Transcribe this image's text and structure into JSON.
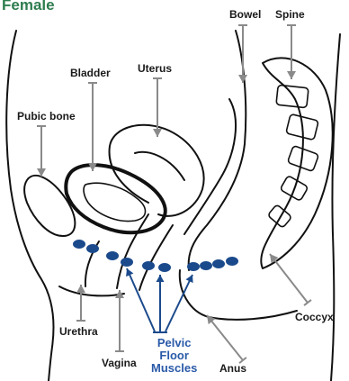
{
  "title": "Female",
  "labels": {
    "pubic_bone": "Pubic bone",
    "bladder": "Bladder",
    "uterus": "Uterus",
    "bowel": "Bowel",
    "spine": "Spine",
    "urethra": "Urethra",
    "vagina": "Vagina",
    "pelvic_floor_muscles": [
      "Pelvic",
      "Floor",
      "Muscles"
    ],
    "anus": "Anus",
    "coccyx": "Coccyx"
  },
  "colors": {
    "title": "#2e7d4f",
    "muscle": "#1b4a8c",
    "muscle_label": "#2a5aa8",
    "pointer": "#8a8a8a",
    "outline": "#111111"
  }
}
